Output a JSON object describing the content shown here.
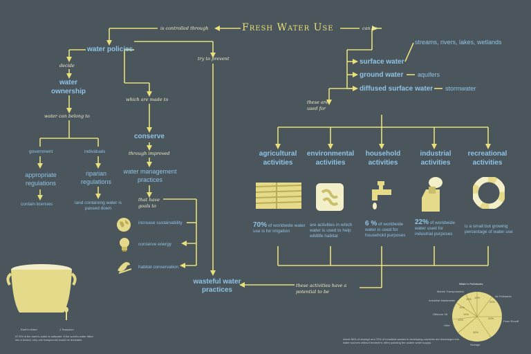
{
  "title": "Fresh Water Use",
  "links": {
    "controlled_through": "is controlled through",
    "can_be": "can be",
    "try_to_prevent": "try to prevent",
    "decide": "decide",
    "water_can_belong_to": "water can belong to",
    "which_are_made_to": "which are made to",
    "through_improved": "through improved",
    "that_have_goals_to": "that have goals to",
    "these_are_used_for": "these are used for",
    "these_activities": "these activities have a potential to be"
  },
  "nodes": {
    "water_policies": "water policies",
    "water_ownership": "water ownership",
    "government": "government",
    "individuals": "individuals",
    "appropriate_regulations": "appropriate regulations",
    "riparian_regulations": "riparian regulations",
    "contain_licenses": "contain licenses",
    "land_containing_water": "land containing water is passed down",
    "conserve": "conserve",
    "water_management": "water management practices",
    "wasteful": "wasteful water practices",
    "surface_water": "surface water",
    "surface_water_examples": "streams, rivers, lakes, wetlands",
    "ground_water": "ground water",
    "aquifers": "aquifers",
    "diffused": "diffused surface water",
    "stormwater": "stormwater"
  },
  "goals": [
    {
      "icon": "globe-icon",
      "label": "increase sustainability"
    },
    {
      "icon": "lightbulb-icon",
      "label": "conserve energy"
    },
    {
      "icon": "bird-icon",
      "label": "habitat conservation"
    }
  ],
  "activities": [
    {
      "title": "agricultural activities",
      "icon": "field-icon",
      "pct": "70%",
      "desc": " of worldwide water use is for irrigation"
    },
    {
      "title": "environmental activities",
      "icon": "wave-icon",
      "pct": "",
      "desc": "are activities in which water is used to help wildlife habitat"
    },
    {
      "title": "household activities",
      "icon": "faucet-icon",
      "pct": "6 %",
      "desc": " of worldwide water is used for household purposes"
    },
    {
      "title": "industrial activities",
      "icon": "factory-icon",
      "pct": "22%",
      "desc": " of worldwide water used for industrial purposes"
    },
    {
      "title": "recreational activities",
      "icon": "lifebuoy-icon",
      "pct": "",
      "desc": "is a small but growing percentage of water use"
    }
  ],
  "bucket": {
    "earth_water": "Earth's Water",
    "teaspoon": "1 Teaspoon",
    "caption": "97.5% of the earth's water is saltwater. If the world's water fitted into a bucket, only one teaspoonful would be drinkable."
  },
  "pollutants": {
    "title": "Water's Pollutants",
    "labels": [
      "Marine Transportation",
      "Industrial Wastewater",
      "Offshore Oil",
      "Litter",
      "Sewage",
      "Farm Runoff",
      "Air Pollutants"
    ],
    "values": [
      "10%",
      "10%",
      "12%",
      "10%",
      "30%",
      "20%",
      "33%",
      "10%"
    ],
    "footnote": "About 80% of sewage and 70% of industrial wastes in developing countries are discharged into water sources without treatment, often polluting the usable water supply."
  },
  "colors": {
    "background": "#4b555c",
    "accent": "#e8e07a",
    "text_blue": "#8fc4e6"
  }
}
